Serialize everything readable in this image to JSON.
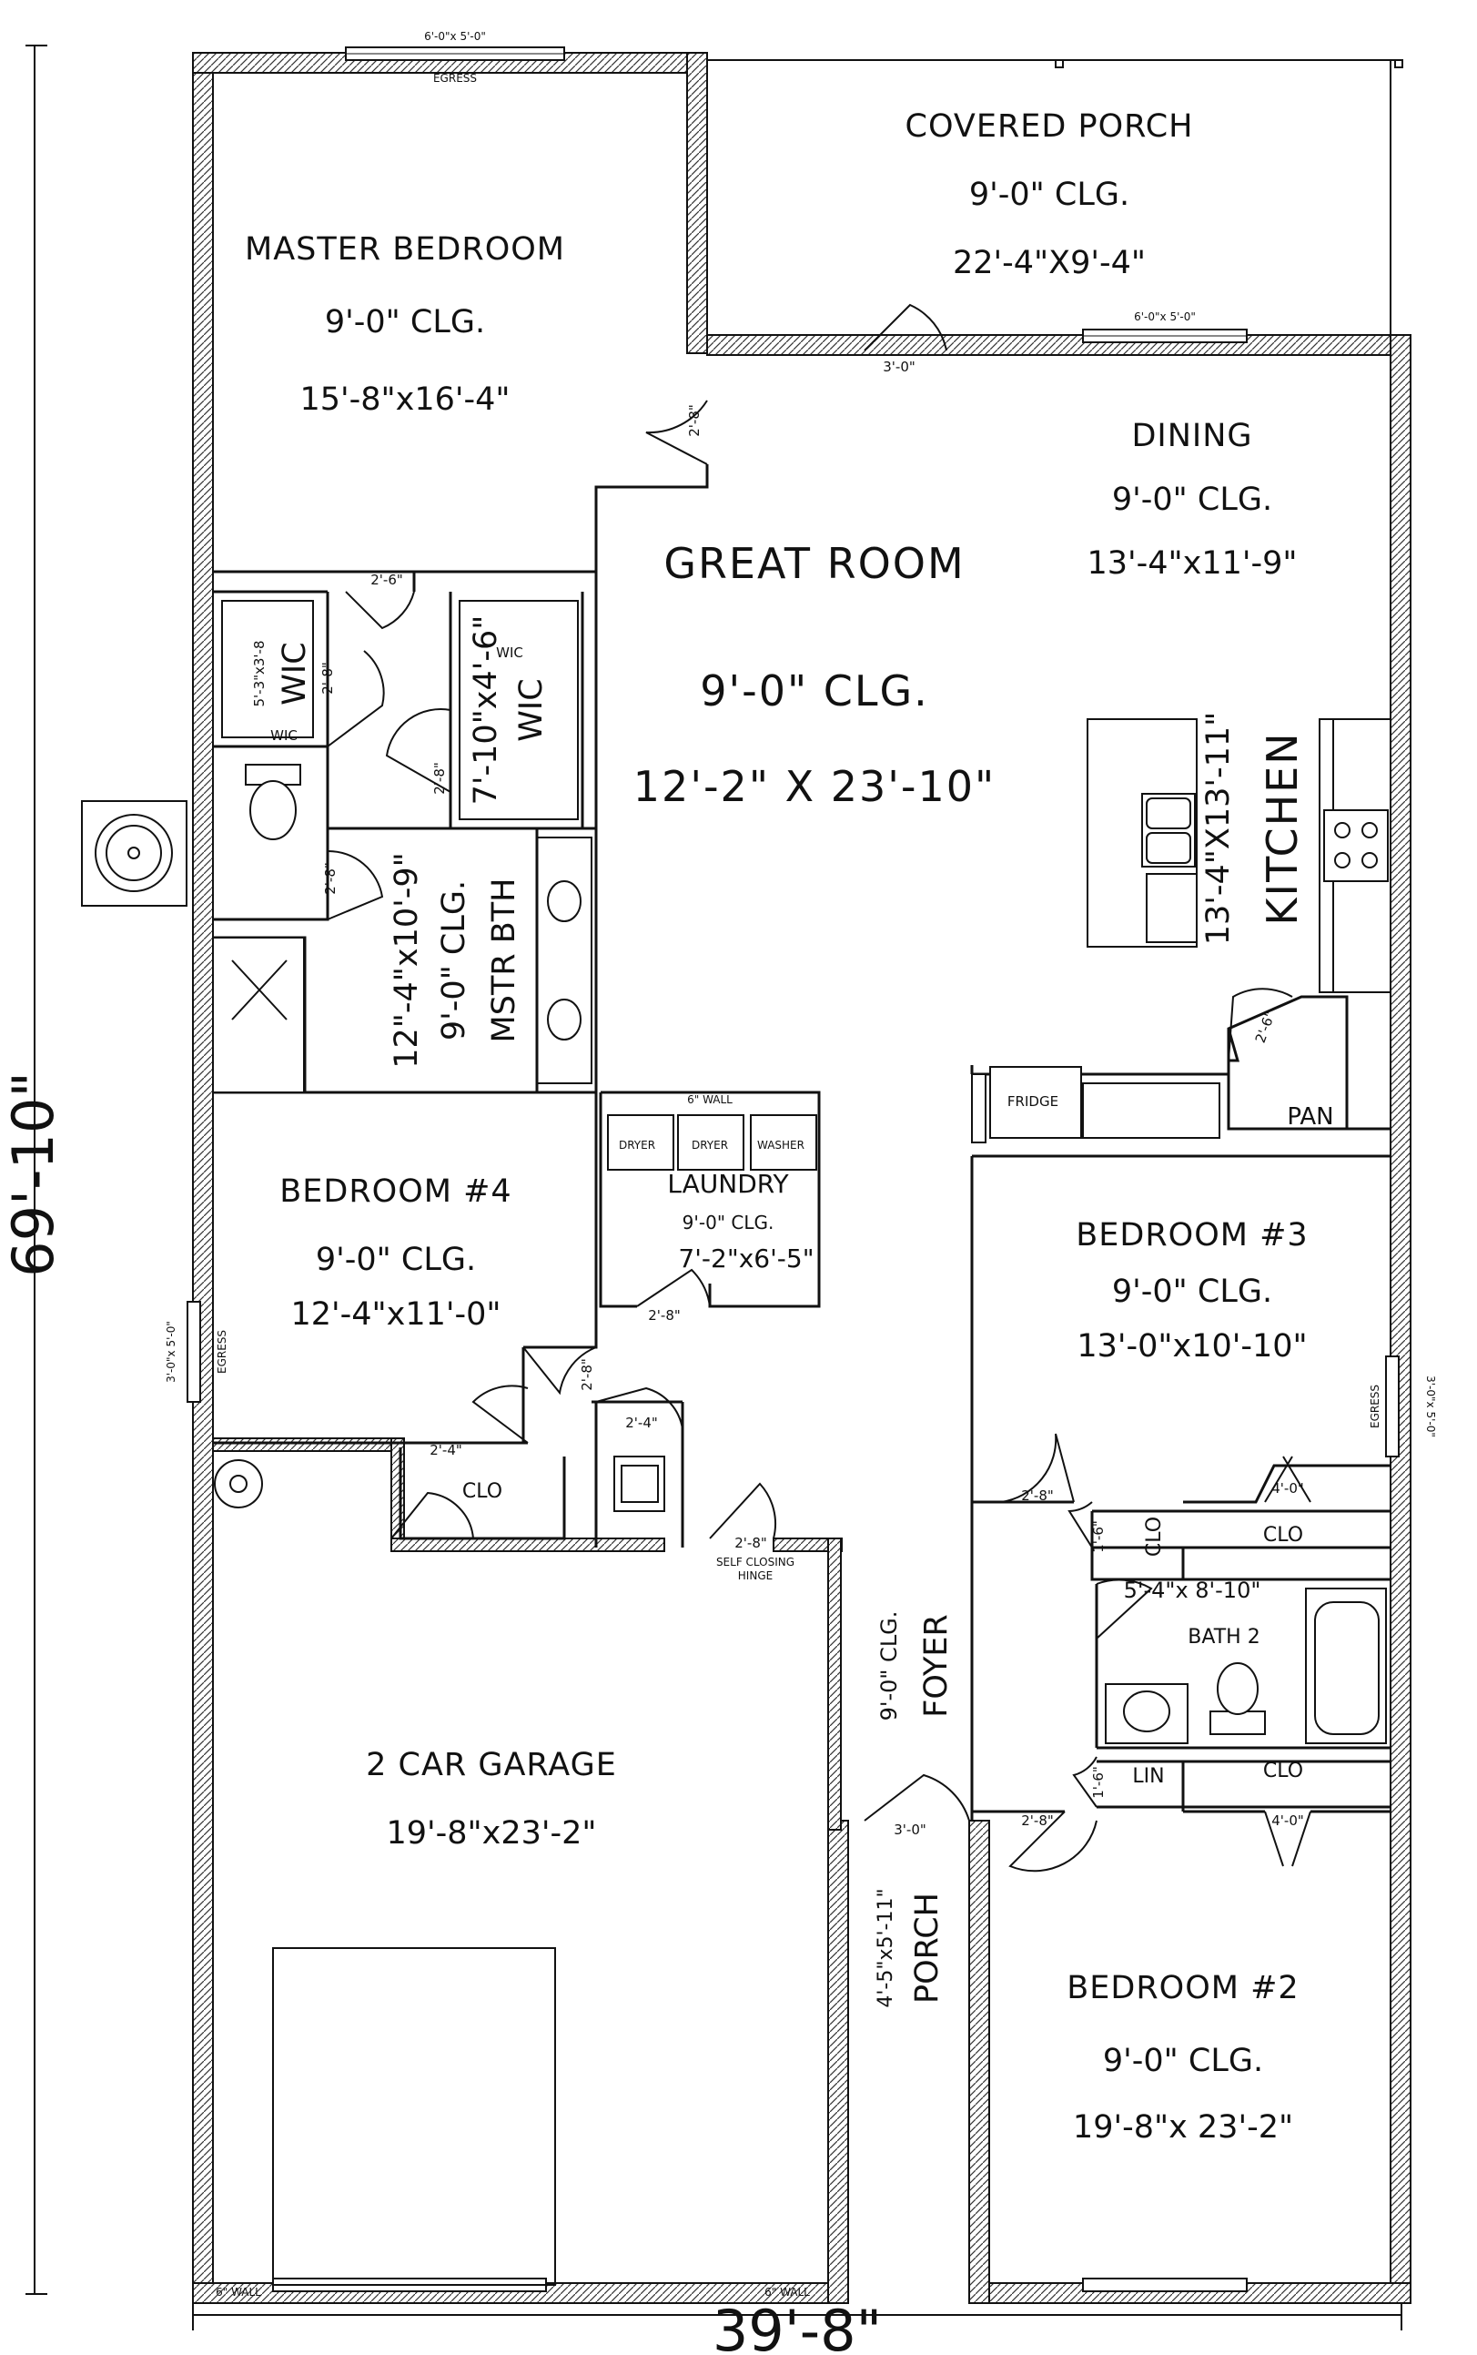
{
  "overall": {
    "depth": "69'-10\"",
    "width": "39'-8\""
  },
  "rooms": {
    "master_bedroom": {
      "name": "MASTER BEDROOM",
      "clg": "9'-0\" CLG.",
      "size": "15'-8\"x16'-4\""
    },
    "covered_porch": {
      "name": "COVERED PORCH",
      "clg": "9'-0\" CLG.",
      "size": "22'-4\"X9'-4\""
    },
    "great_room": {
      "name": "GREAT ROOM",
      "clg": "9'-0\" CLG.",
      "size": "12'-2\" X 23'-10\""
    },
    "dining": {
      "name": "DINING",
      "clg": "9'-0\" CLG.",
      "size": "13'-4\"x11'-9\""
    },
    "kitchen": {
      "name": "KITCHEN",
      "size": "13'-4\"X13'-11\""
    },
    "mstr_bth": {
      "name": "MSTR BTH",
      "clg": "9'-0\" CLG.",
      "size": "12\"-4\"x10'-9\""
    },
    "wic_left": {
      "name": "WIC",
      "size": "5'-3\"x3'-8",
      "tag": "WIC"
    },
    "wic_right": {
      "name": "WIC",
      "size": "7'-10\"x4'-6\"",
      "tag": "WIC"
    },
    "laundry": {
      "name": "LAUNDRY",
      "clg": "9'-0\" CLG.",
      "size": "7'-2\"x6'-5\"",
      "wall": "6\" WALL",
      "dryer": "DRYER",
      "dryer2": "DRYER",
      "washer": "WASHER"
    },
    "pan": {
      "name": "PAN"
    },
    "fridge": {
      "name": "FRIDGE"
    },
    "bedroom4": {
      "name": "BEDROOM #4",
      "clg": "9'-0\" CLG.",
      "size": "12'-4\"x11'-0\""
    },
    "bedroom3": {
      "name": "BEDROOM #3",
      "clg": "9'-0\" CLG.",
      "size": "13'-0\"x10'-10\""
    },
    "bedroom2": {
      "name": "BEDROOM #2",
      "clg": "9'-0\" CLG.",
      "size": "19'-8\"x 23'-2\""
    },
    "bath2": {
      "name": "BATH 2",
      "size": "5'-4\"x 8'-10\""
    },
    "garage": {
      "name": "2 CAR GARAGE",
      "size": "19'-8\"x23'-2\""
    },
    "foyer": {
      "name": "FOYER",
      "clg": "9'-0\" CLG."
    },
    "porch": {
      "name": "PORCH",
      "size": "4'-5\"x5'-11\""
    },
    "clo_hall": {
      "name": "CLO"
    },
    "clo_b3a": {
      "name": "CLO"
    },
    "clo_b3b": {
      "name": "CLO"
    },
    "clo_b2": {
      "name": "CLO"
    },
    "lin": {
      "name": "LIN"
    }
  },
  "notes": {
    "window_master": "6'-0\"x 5'-0\"",
    "egress_master": "EGRESS",
    "window_dining": "6'-0\"x 5'-0\"",
    "window_b4": "3'-0\"x 5'-0\"",
    "egress_b4": "EGRESS",
    "window_b3": "3'-0\"x 5'-0\"",
    "egress_b3": "EGRESS",
    "self_closing_1": "SELF CLOSING",
    "self_closing_2": "HINGE",
    "garage_wall_l": "6\" WALL",
    "garage_wall_r": "6\" WALL"
  },
  "doors": {
    "porch_door": "3'-0\"",
    "master_door": "2'-8\"",
    "wic_hall": "2'-6\"",
    "wic_left": "2'-8\"",
    "wic_right": "2'-8\"",
    "wc_door": "2'-8\"",
    "pantry": "2'-6\"",
    "laundry_door": "2'-8\"",
    "b4_door": "2'-8\"",
    "hall_closet": "2'-4\"",
    "mech_door": "2'-4\"",
    "garage_door": "2'-8\"",
    "b3_door": "2'-8\"",
    "b3_clo": "4'-0\"",
    "bath_clo": "1'-6\"",
    "lin_door": "1'-6\"",
    "b2_door": "2'-8\"",
    "b2_clo": "4'-0\"",
    "entry_door": "3'-0\""
  }
}
